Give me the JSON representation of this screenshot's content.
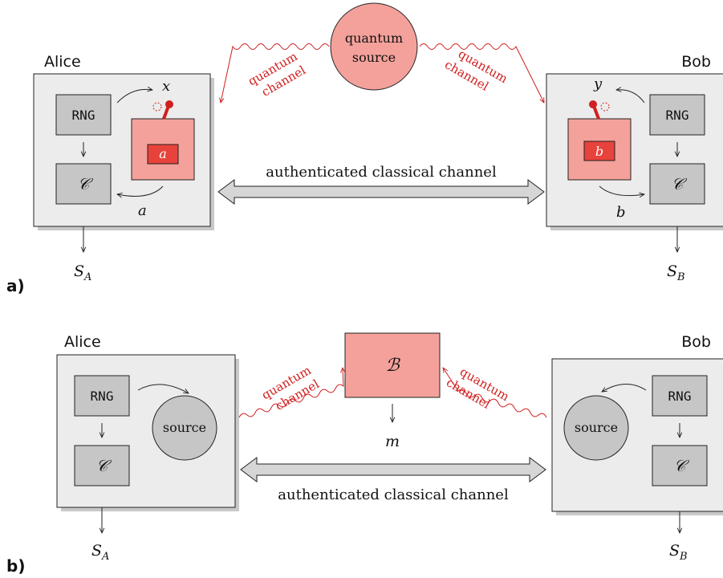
{
  "colors": {
    "party_box": "#ececec",
    "inner_box": "#c6c6c6",
    "quantum_fill": "#f4a19b",
    "quantum_dark": "#e8423c",
    "quantum_stroke": "#d11f1f",
    "arrow_fill": "#d6d6d6",
    "shadow": "#c8c8c8"
  },
  "panel_a": {
    "label": "a)",
    "alice": "Alice",
    "bob": "Bob",
    "source_line1": "quantum",
    "source_line2": "source",
    "qchannel_line1": "quantum",
    "qchannel_line2": "channel",
    "rng": "RNG",
    "classical": "𝒞",
    "x": "x",
    "y": "y",
    "a": "a",
    "b": "b",
    "device_a": "a",
    "device_b": "b",
    "classical_channel": "authenticated classical channel",
    "s_a": "S",
    "s_a_sub": "A",
    "s_b": "S",
    "s_b_sub": "B"
  },
  "panel_b": {
    "label": "b)",
    "alice": "Alice",
    "bob": "Bob",
    "box": "ℬ",
    "m": "m",
    "qchannel_line1": "quantum",
    "qchannel_line2": "channel",
    "rng": "RNG",
    "classical": "𝒞",
    "source": "source",
    "classical_channel": "authenticated classical channel",
    "s_a": "S",
    "s_a_sub": "A",
    "s_b": "S",
    "s_b_sub": "B"
  },
  "icons": [
    "double-arrow-icon",
    "wavy-arrow-icon",
    "knob-icon"
  ]
}
